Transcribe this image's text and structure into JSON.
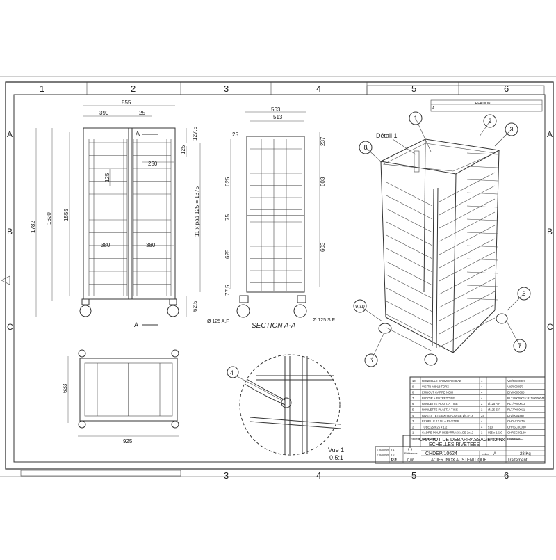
{
  "zones_top": [
    "1",
    "2",
    "3",
    "4",
    "5",
    "6"
  ],
  "zones_bottom": [
    "3",
    "4",
    "5",
    "6"
  ],
  "zones_right": [
    "B",
    "C"
  ],
  "zones_left": [
    "A",
    "B",
    "C"
  ],
  "front_view": {
    "dims": {
      "width": "855",
      "col1": "390",
      "gap": "25",
      "shelf_w": "250",
      "inner_l": "380",
      "inner_r": "380",
      "pitch": "125",
      "pitch2": "125",
      "top": "127,5",
      "h_total": "1782",
      "h_1620": "1620",
      "h_1555": "1555",
      "stack": "11 x pas 125 = 1375",
      "bottom": "62,5"
    },
    "section_marker": "A"
  },
  "side_view": {
    "dims": {
      "depth": "563",
      "inner": "513",
      "top_off": "25",
      "h1": "237",
      "upper": "625",
      "mid": "75",
      "lower": "625",
      "foot": "77,5",
      "r_upper": "603",
      "r_lower": "603"
    },
    "title": "SECTION  A-A",
    "wheel_left": "Ø 125 A.F",
    "wheel_right": "Ø 125 S.F"
  },
  "top_view": {
    "dims": {
      "width": "925",
      "depth": "633"
    }
  },
  "detail_view": {
    "callout": "4",
    "title_line1": "Vue 1",
    "title_line2": "0,5:1"
  },
  "iso_view": {
    "detail_label": "Détail 1",
    "callouts": [
      "1",
      "2",
      "3",
      "8",
      "9,10",
      "5",
      "6",
      "7"
    ]
  },
  "bom": {
    "rows": [
      {
        "no": "10",
        "designation": "RONDELLE GROWER M8 A2",
        "qty": "4",
        "ref": "VIS/RG00087"
      },
      {
        "no": "9",
        "designation": "VIS TB M8*18 TORX",
        "qty": "4",
        "ref": "VIS/00005/3"
      },
      {
        "no": "8",
        "designation": "EMBOUT CARRE NOIR",
        "qty": "4",
        "ref": "DIV/0000088"
      },
      {
        "no": "7",
        "designation": "BUTOIR + ENTRETOISE",
        "qty": "4",
        "ref": "RLT/0000001 / RLT/0000044"
      },
      {
        "no": "6",
        "designation": "ROULETTE PLAST. A TIGE",
        "qty": "2",
        "d": "Ø125 A.F",
        "ref": "RLT/P000012"
      },
      {
        "no": "5",
        "designation": "ROULETTE PLAST. A TIGE",
        "qty": "2",
        "d": "Ø125 S.F",
        "ref": "RLT/P000011"
      },
      {
        "no": "4",
        "designation": "RIVETS TETE EXTRA-LARGE Ø4,8*16",
        "qty": "24",
        "ref": "DIV/0001887"
      },
      {
        "no": "3",
        "designation": "ECHELLE 12 Nx  A RIVETER",
        "qty": "4",
        "ref": "CHDV/10479"
      },
      {
        "no": "2",
        "designation": "TUBE 25 x 25 x 1,2",
        "qty": "4",
        "d": "513",
        "ref": "CHRSC00080"
      },
      {
        "no": "1",
        "designation": "CADRE POUR DEBARRASSAGE 2x12",
        "qty": "2",
        "d": "855 x 1620",
        "ref": "CHRSC00180"
      }
    ],
    "header": {
      "no": "Repère",
      "designation": "Désignation",
      "d": "Dimension",
      "ref": "Référence"
    }
  },
  "title_block": {
    "title1": "CHARIOT DE DEBARRASSAGE 12 Nx",
    "title2": "ECHELLES RIVETEES",
    "code": "CHDEP/10624",
    "ref_label": "Référence",
    "index_label": "Indice",
    "index": "A",
    "weight": "28 Kg",
    "format": "A3",
    "material": "ACIER INOX AUSTENITIQUE",
    "treatment": "Traitement",
    "scale": "0,06",
    "tol1": "< 400 mm",
    "tol1v": "± 1",
    "tol2": "> 400 mm",
    "tol2v": "± 2",
    "tol3v": "± 1,5",
    "mod": "Modifications",
    "creation": "CREATION",
    "rev": "A"
  }
}
